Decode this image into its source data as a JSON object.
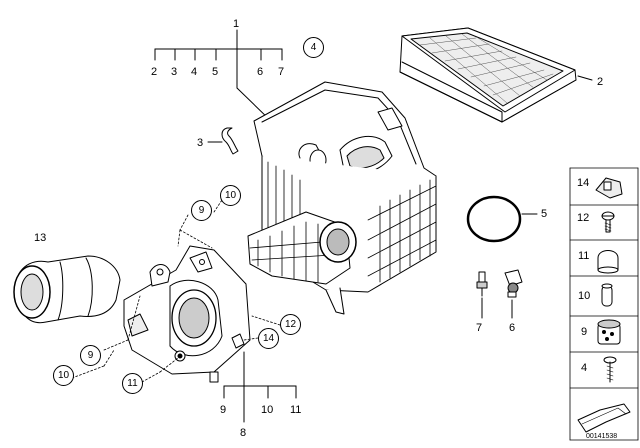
{
  "callouts": {
    "c1": "1",
    "c2a": "2",
    "c3a": "3",
    "c4a": "4",
    "c5a": "5",
    "c6a": "6",
    "c7a": "7",
    "c4_circle": "4",
    "c2": "2",
    "c3": "3",
    "c5": "5",
    "c7b": "7",
    "c6b": "6",
    "c13": "13",
    "c9a": "9",
    "c10a": "10",
    "c9b": "9",
    "c10b": "10",
    "c11a": "11",
    "c14": "14",
    "c12": "12",
    "c9c": "9",
    "c10c": "10",
    "c11c": "11",
    "c8": "8"
  },
  "sidebar": {
    "items": [
      {
        "label": "14",
        "icon": "clip-nut-icon"
      },
      {
        "label": "12",
        "icon": "screw-icon"
      },
      {
        "label": "11",
        "icon": "rubber-cap-icon"
      },
      {
        "label": "10",
        "icon": "grommet-icon"
      },
      {
        "label": "9",
        "icon": "rubber-mount-icon"
      },
      {
        "label": "4",
        "icon": "bolt-icon"
      }
    ]
  },
  "footer": {
    "code": "00141538"
  }
}
